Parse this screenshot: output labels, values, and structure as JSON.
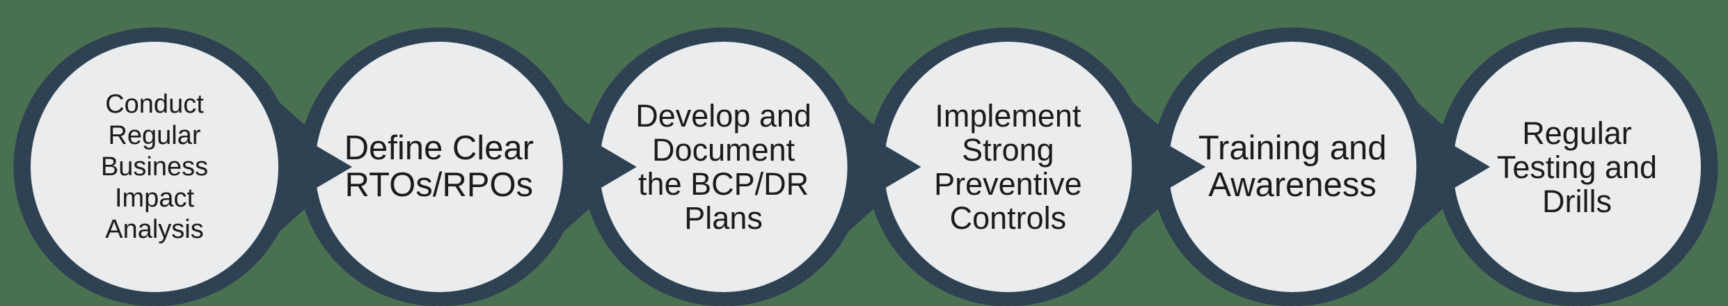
{
  "diagram": {
    "type": "process-flow",
    "direction": "left-to-right",
    "steps": [
      {
        "label": "Conduct\nRegular\nBusiness\nImpact\nAnalysis"
      },
      {
        "label": "Define Clear\nRTOs/RPOs"
      },
      {
        "label": "Develop and\nDocument\nthe BCP/DR\nPlans"
      },
      {
        "label": "Implement\nStrong\nPreventive\nControls"
      },
      {
        "label": "Training and\nAwareness"
      },
      {
        "label": "Regular\nTesting and\nDrills"
      }
    ]
  },
  "colors": {
    "background": "#4a7052",
    "node_ring": "#2d4152",
    "node_ring_dot": "#3a4e5f",
    "node_fill": "#eaeced",
    "connector": "#2d4152",
    "text": "#1b1b1b"
  }
}
